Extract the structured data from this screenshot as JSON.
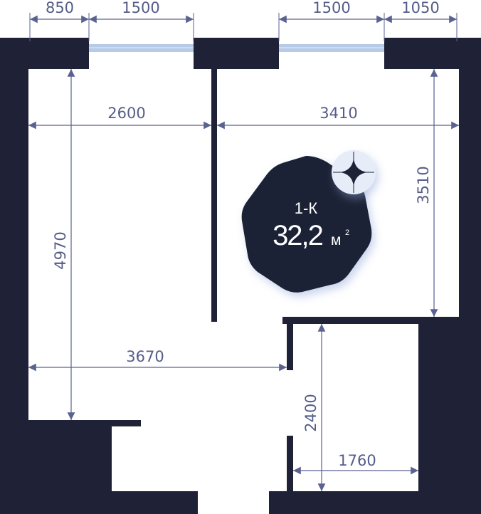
{
  "plan": {
    "colors": {
      "wall": "#1f2236",
      "window": "#b7cbe8",
      "dimension": "#5a6290",
      "badge": "#1f2236",
      "compass_bg": "#e6edf9"
    },
    "top_dimensions": [
      "850",
      "1500",
      "1500",
      "1050"
    ],
    "room_dimensions": {
      "room_left_width": "2600",
      "room_right_width": "3410",
      "room_right_depth": "3510",
      "room_left_depth": "4970",
      "hall_width": "3670",
      "bath_depth": "2400",
      "bath_width": "1760"
    },
    "badge": {
      "type": "1-К",
      "area": "32,2",
      "unit": "м",
      "unit_sup": "2",
      "icon": "compass-star-icon"
    }
  }
}
